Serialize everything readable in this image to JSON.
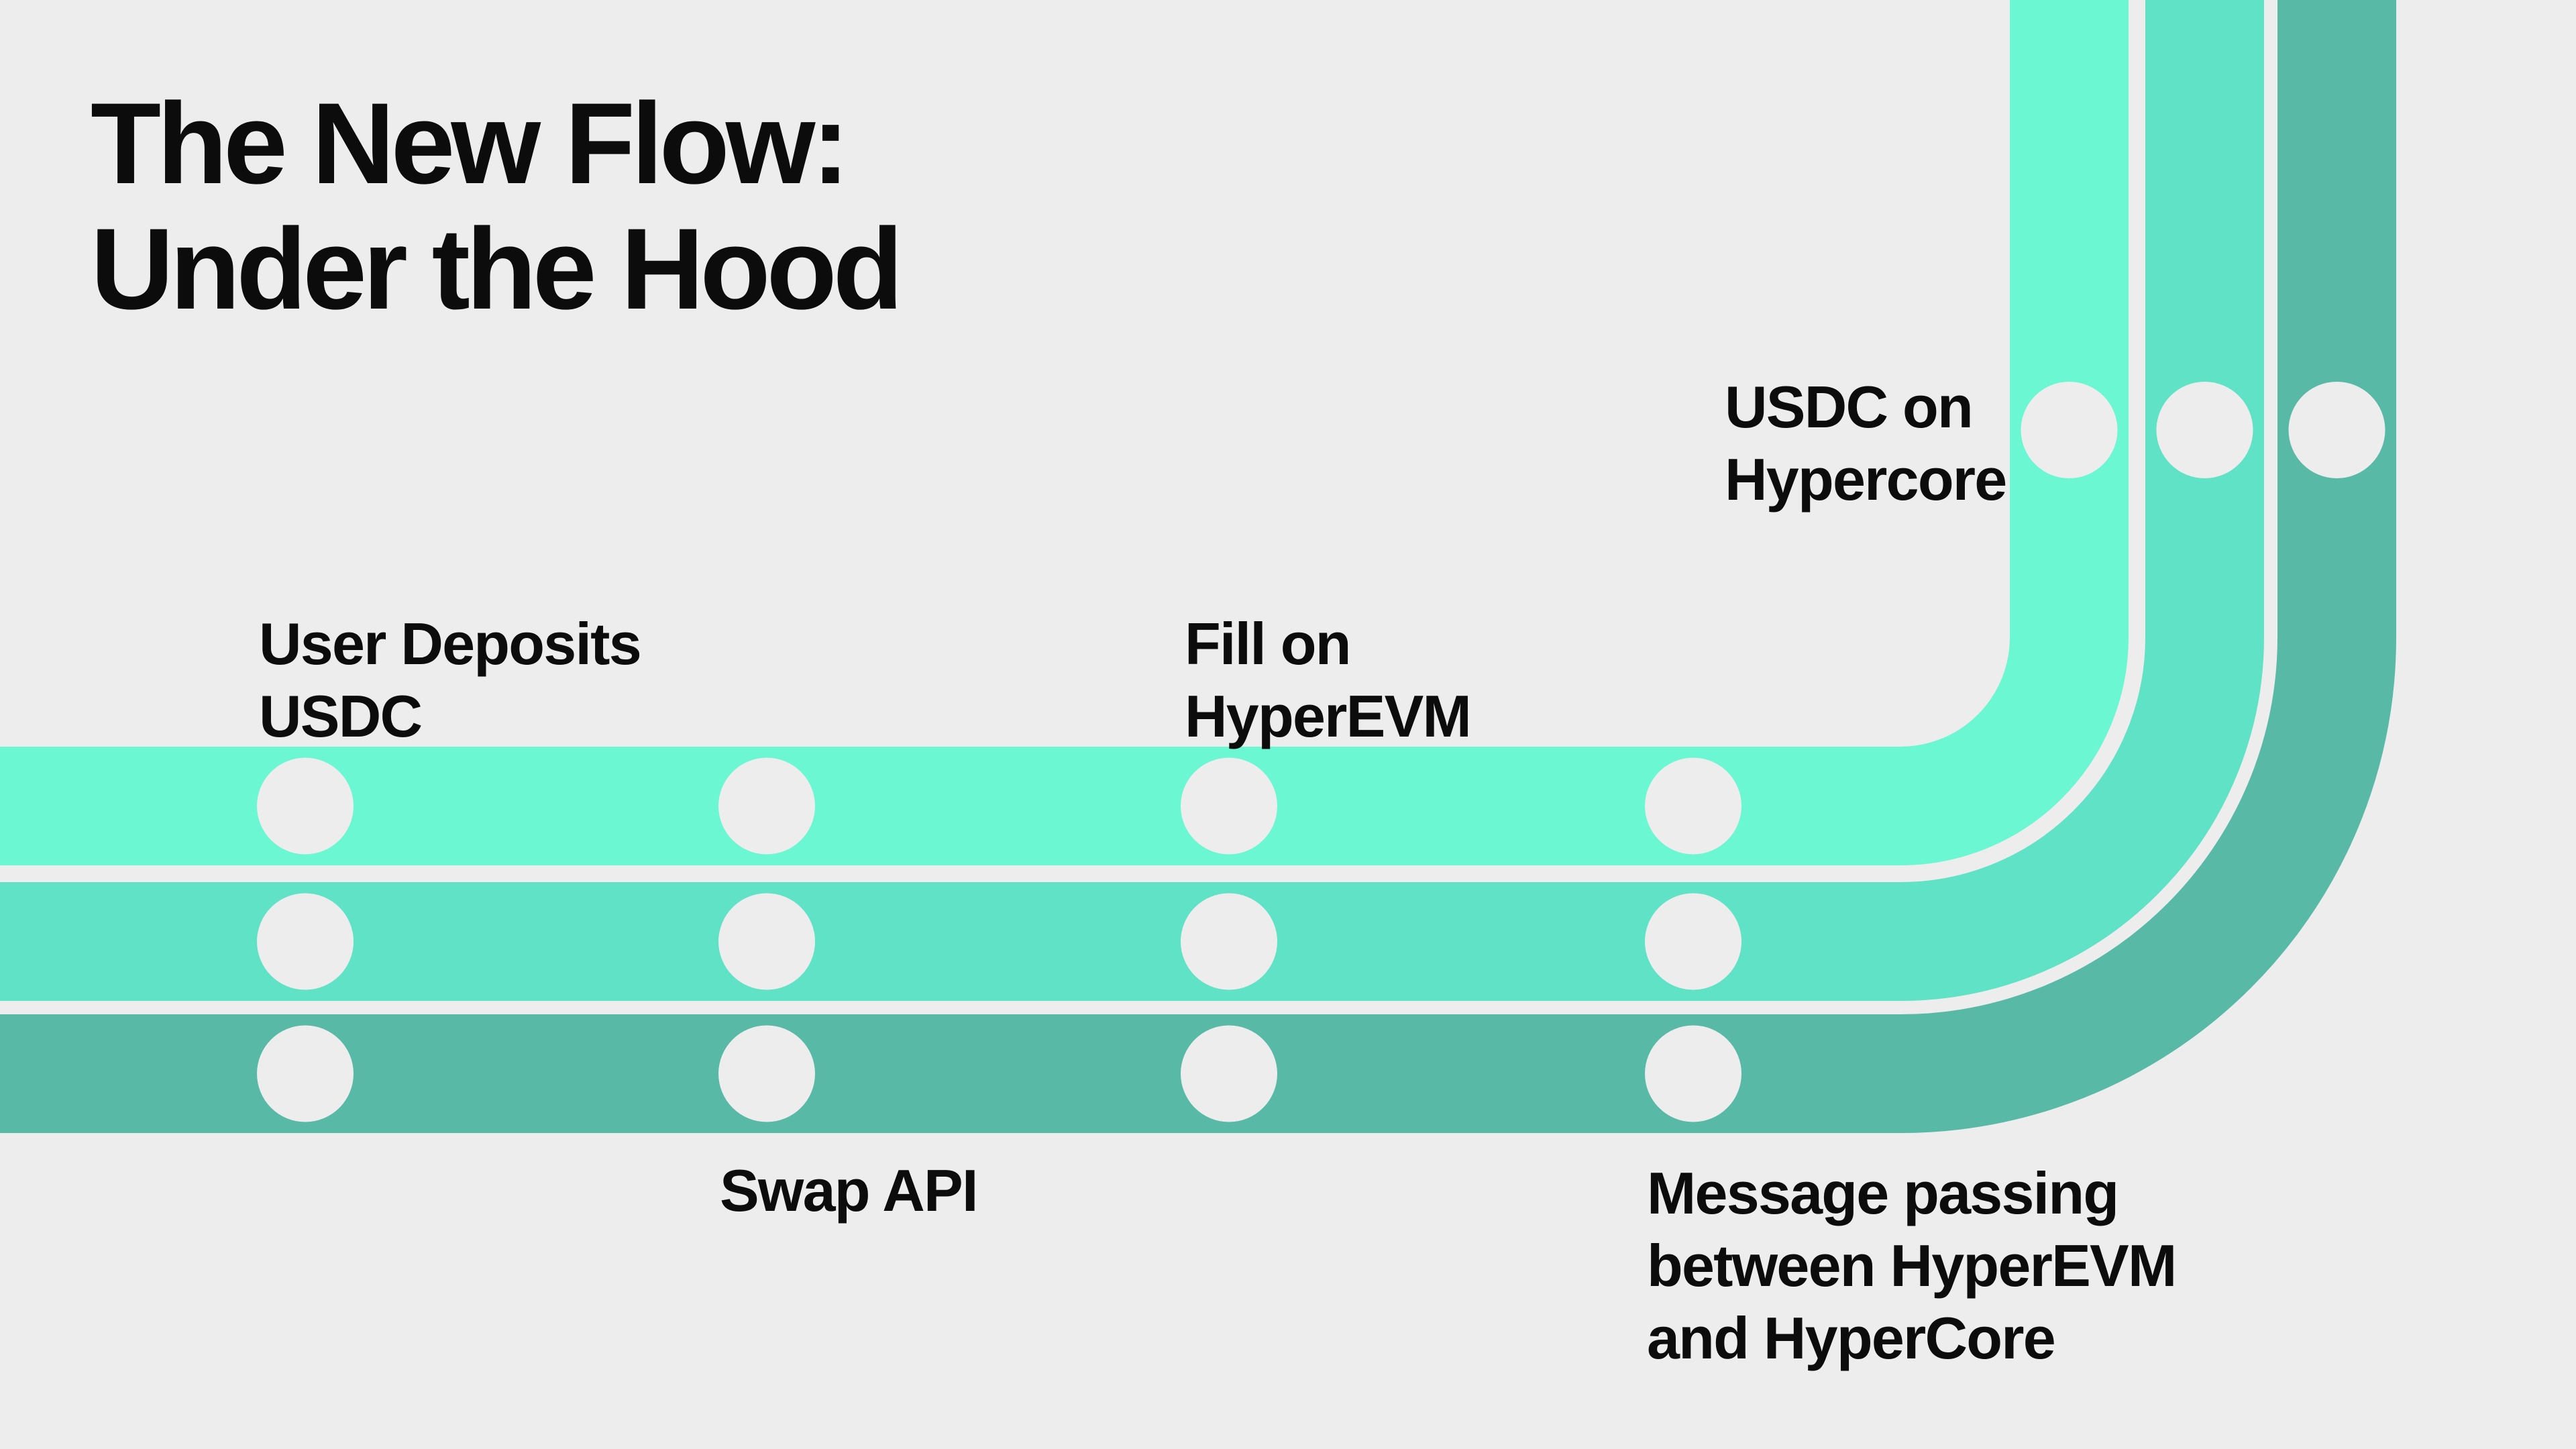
{
  "title": "The New Flow:\nUnder the Hood",
  "labels": {
    "user_deposits": "User Deposits\nUSDC",
    "fill_on": "Fill on\nHyperEVM",
    "usdc_hypercore": "USDC on\nHypercore",
    "swap_api": "Swap API",
    "message_passing": "Message passing\nbetween HyperEVM\nand HyperCore"
  },
  "colors": {
    "background": "#ecedec",
    "track_mint": "#6bf7d2",
    "track_teal": "#5fe2c5",
    "track_dark_teal": "#57b9a6",
    "station_dot": "#ecedec",
    "text": "#0c0c0c"
  }
}
